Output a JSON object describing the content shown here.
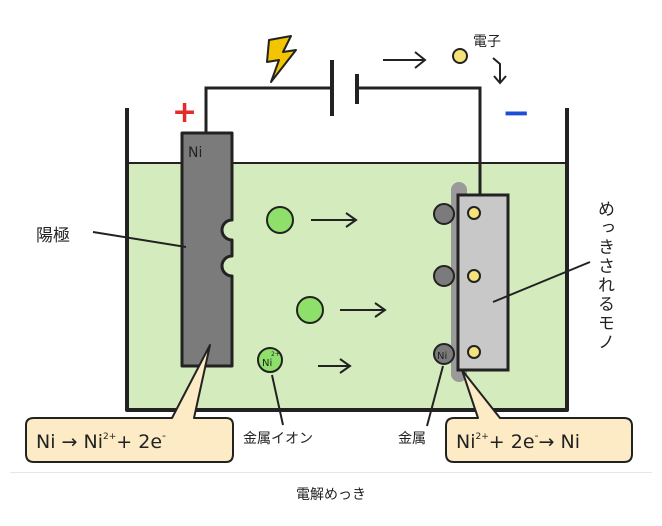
{
  "diagram": {
    "plus_sign": "+",
    "minus_sign": "−",
    "electron_label": "電子",
    "anode_label": "陽極",
    "anode_electrode_label": "Ni",
    "object_label": "めっきされるモノ",
    "ion_label": "Ni",
    "ion_charge": "2+",
    "cathode_ion_label": "Ni",
    "metal_ion_caption": "金属イオン",
    "metal_caption": "金属",
    "anode_reaction": {
      "a": "Ni → Ni",
      "a_sup": "2+",
      "b": "+ 2e",
      "b_sup": "-"
    },
    "cathode_reaction": {
      "a": "Ni",
      "a_sup": "2+",
      "b": "+ 2e",
      "b_sup": "-",
      "c": "→ Ni"
    },
    "colors": {
      "solution": "#d4ebbd",
      "anode": "#7b7b7b",
      "cathode": "#c8c8c8",
      "ion": "#8fe06a",
      "electron": "#f6e27a",
      "reaction_box": "#fdebc6",
      "plus": "#e52a2a",
      "minus": "#1c4fd8",
      "lightning": "#f3c400"
    }
  },
  "caption": "電解めっき"
}
